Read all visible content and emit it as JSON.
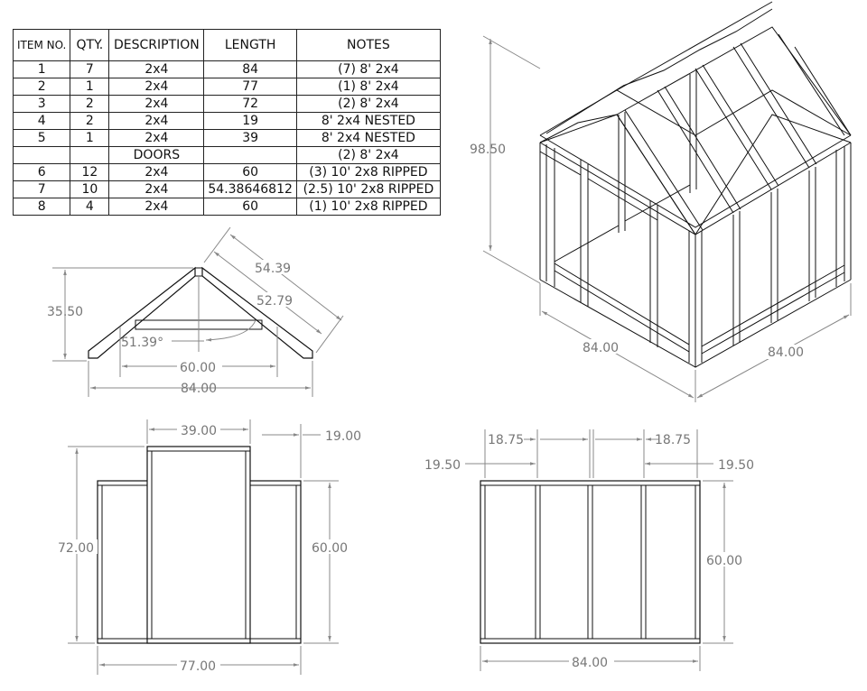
{
  "bom": {
    "headers": {
      "item": "ITEM NO.",
      "qty": "QTY.",
      "description": "DESCRIPTION",
      "length": "LENGTH",
      "notes": "NOTES"
    },
    "rows": [
      {
        "item": "1",
        "qty": "7",
        "description": "2x4",
        "length": "84",
        "notes": "(7) 8' 2x4"
      },
      {
        "item": "2",
        "qty": "1",
        "description": "2x4",
        "length": "77",
        "notes": "(1) 8' 2x4"
      },
      {
        "item": "3",
        "qty": "2",
        "description": "2x4",
        "length": "72",
        "notes": "(2) 8' 2x4"
      },
      {
        "item": "4",
        "qty": "2",
        "description": "2x4",
        "length": "19",
        "notes": "8' 2x4 NESTED"
      },
      {
        "item": "5",
        "qty": "1",
        "description": "2x4",
        "length": "39",
        "notes": "8' 2x4 NESTED"
      },
      {
        "item": "",
        "qty": "",
        "description": "DOORS",
        "length": "",
        "notes": "(2) 8' 2x4"
      },
      {
        "item": "6",
        "qty": "12",
        "description": "2x4",
        "length": "60",
        "notes": "(3) 10' 2x8 RIPPED"
      },
      {
        "item": "7",
        "qty": "10",
        "description": "2x4",
        "length": "54.38646812",
        "notes": "(2.5) 10' 2x8 RIPPED"
      },
      {
        "item": "8",
        "qty": "4",
        "description": "2x4",
        "length": "60",
        "notes": "(1) 10' 2x8 RIPPED"
      }
    ]
  },
  "truss_view": {
    "height": "35.50",
    "rafter_outer": "54.39",
    "rafter_inner": "52.79",
    "angle": "51.39°",
    "tie_span": "60.00",
    "base_span": "84.00"
  },
  "iso_view": {
    "height": "98.50",
    "width_left": "84.00",
    "width_right": "84.00"
  },
  "door_wall_view": {
    "door_width": "39.00",
    "side_piece": "19.00",
    "overall_height": "72.00",
    "wall_height": "60.00",
    "overall_width": "77.00"
  },
  "side_wall_view": {
    "stud_spacing_left": "18.75",
    "stud_spacing_right": "18.75",
    "end_bay_left": "19.50",
    "end_bay_right": "19.50",
    "wall_height": "60.00",
    "overall_width": "84.00"
  }
}
